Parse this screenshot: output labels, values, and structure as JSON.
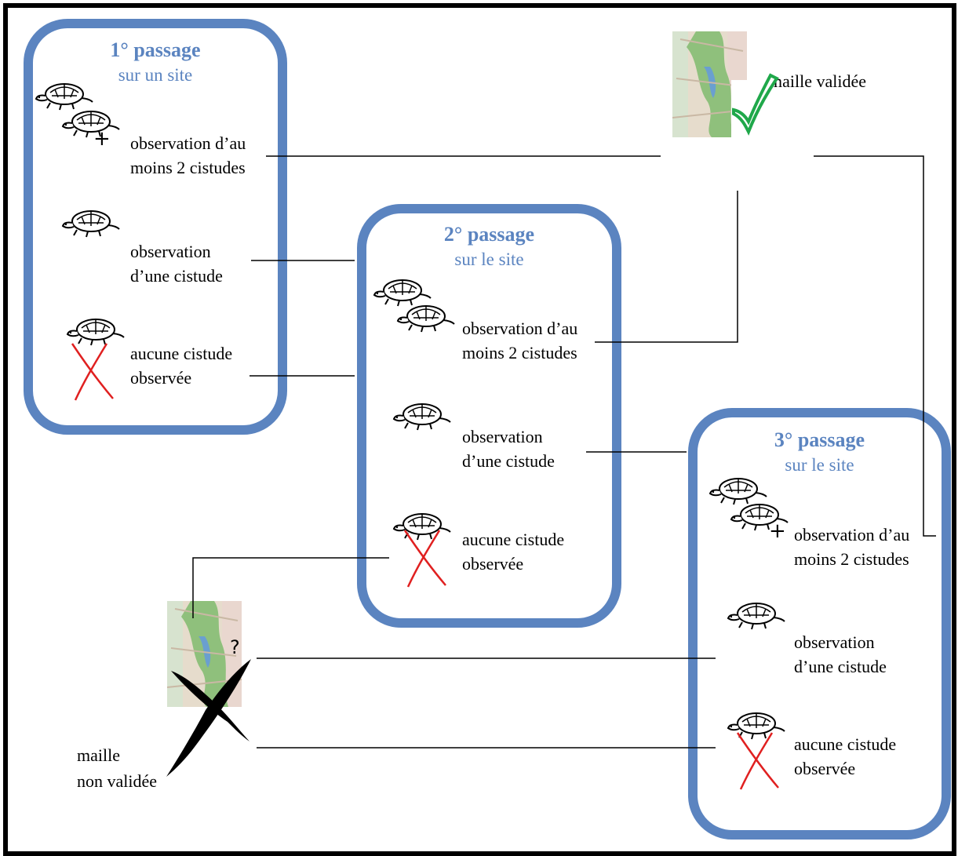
{
  "boxes": [
    {
      "num": "1°",
      "word": "passage",
      "sub": "sur un site"
    },
    {
      "num": "2°",
      "word": "passage",
      "sub": "sur le site"
    },
    {
      "num": "3°",
      "word": "passage",
      "sub": "sur le site"
    }
  ],
  "outcomes": {
    "two": [
      "observation d’au",
      "moins 2 cistudes"
    ],
    "one": [
      "observation",
      "d’une cistude"
    ],
    "none": [
      "aucune cistude",
      "observée"
    ]
  },
  "result_valid": "maille validée",
  "result_invalid": [
    "maille",
    "non validée"
  ],
  "question_mark": "?",
  "plus_sign": "+",
  "colors": {
    "box_border": "#5b84c0",
    "cross": "#e02020",
    "check": "#1fa84a"
  },
  "icons": [
    "turtle-icon",
    "cross-mark-icon",
    "check-mark-icon",
    "map-tile-icon",
    "question-mark-icon"
  ]
}
